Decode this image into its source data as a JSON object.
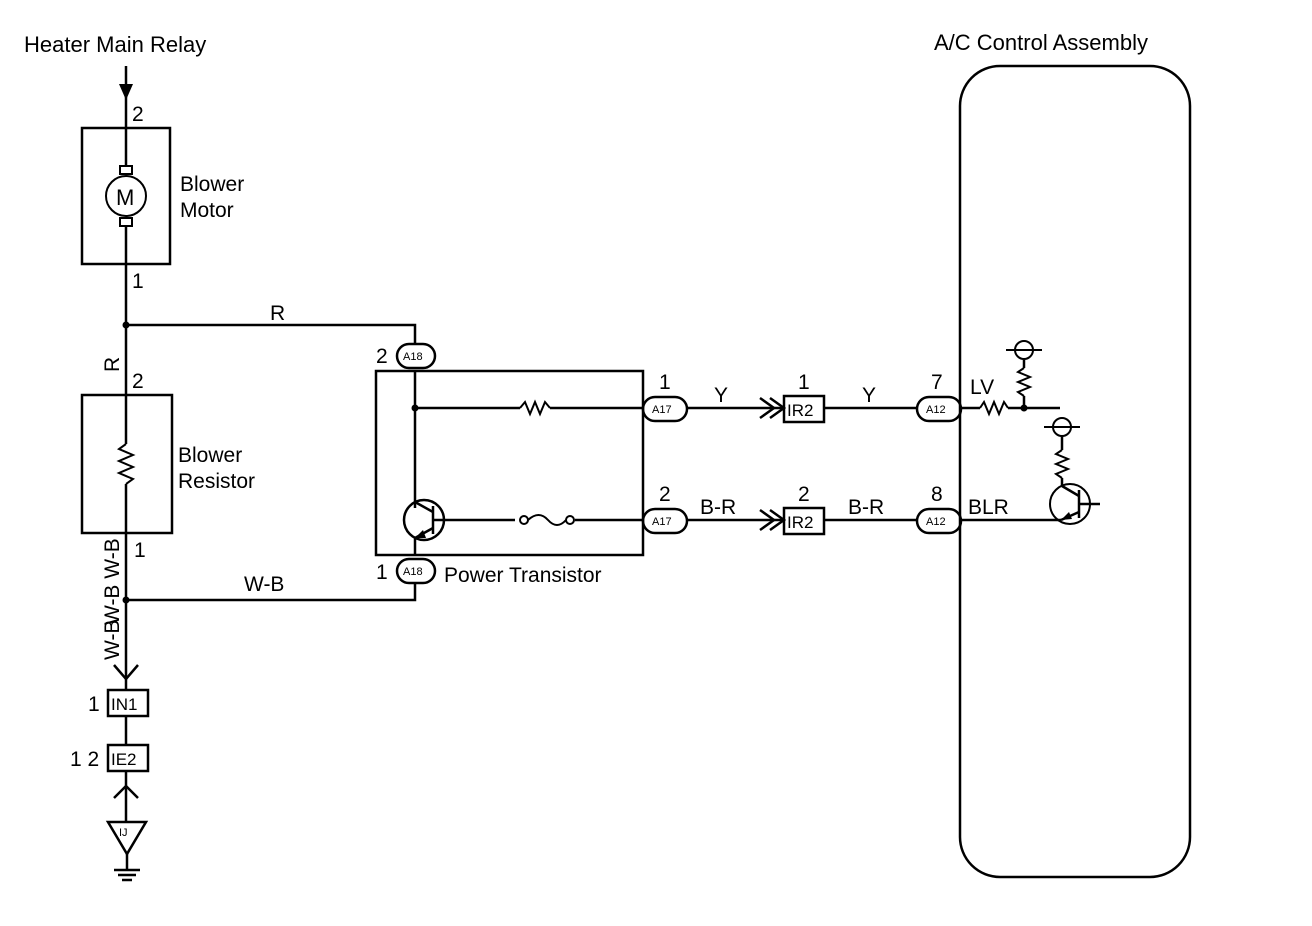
{
  "labels": {
    "heater_main_relay": "Heater Main Relay",
    "ac_control_assembly": "A/C Control Assembly",
    "blower_motor_line1": "Blower",
    "blower_motor_line2": "Motor",
    "motor_symbol": "M",
    "blower_resistor_line1": "Blower",
    "blower_resistor_line2": "Resistor",
    "power_transistor": "Power Transistor"
  },
  "wires": {
    "r_top": "R",
    "r_vertical": "R",
    "wb_vertical_upper": "W-B W-B",
    "wb_horizontal": "W-B",
    "wb_vertical_lower": "W-B",
    "y_left": "Y",
    "y_right": "Y",
    "br_left": "B-R",
    "br_right": "B-R",
    "lv": "LV",
    "blr": "BLR"
  },
  "pins": {
    "motor_top": "2",
    "motor_bottom": "1",
    "resistor_top": "2",
    "resistor_bottom": "1",
    "a18_top": "2",
    "a18_bottom": "1",
    "a17_top": "1",
    "a17_bottom": "2",
    "ir2_top": "1",
    "ir2_bottom": "2",
    "a12_top": "7",
    "a12_bottom": "8",
    "in1": "1",
    "ie2": "1 2"
  },
  "connectors": {
    "a18": "A18",
    "a17": "A17",
    "ir2": "IR2",
    "a12": "A12",
    "in1": "IN1",
    "ie2": "IE2",
    "ground": "IJ"
  }
}
